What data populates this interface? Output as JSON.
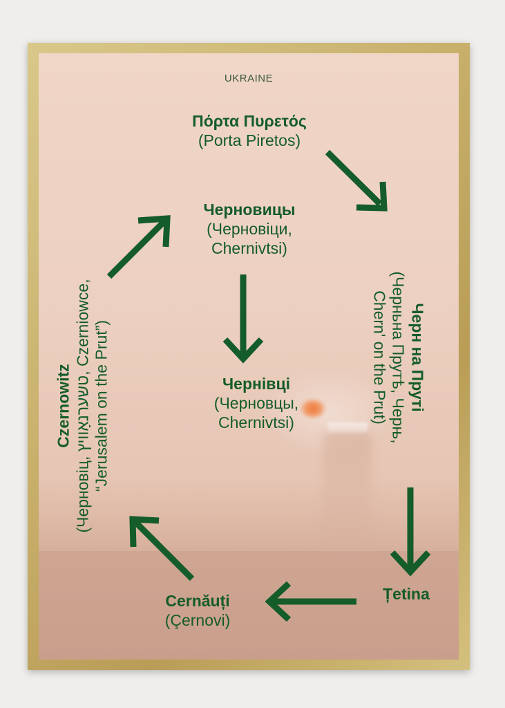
{
  "country": "UKRAINE",
  "nodes": {
    "porta": {
      "name": "Πόρτα Πυρετός",
      "sub": "(Porta Piretos)"
    },
    "chern_na_pruti": {
      "name": "Черн на Пруті",
      "sub1": "(Черньна Прутѣ, Черњ,",
      "sub2": "Chern' on the Prut)"
    },
    "tetina": {
      "name": "Țetina"
    },
    "cernauti": {
      "name": "Cernăuți",
      "sub": "(Çernovi)"
    },
    "czernowitz": {
      "name": "Czernowitz",
      "sub1": "(Черновіц, טשערנאָוויץ, Czerniowce,",
      "sub2": "“Jerusalem on the Prut”)"
    },
    "chernovitsy": {
      "name": "Черновицы",
      "sub1": "(Черновіци,",
      "sub2": "Chernivtsi)"
    },
    "chernivtsi": {
      "name": "Чернівці",
      "sub1": "(Черновцы,",
      "sub2": "Chernivtsi)"
    }
  },
  "colors": {
    "text": "#145c2a",
    "arrow": "#145c2a",
    "frame": "#c8b06c"
  }
}
